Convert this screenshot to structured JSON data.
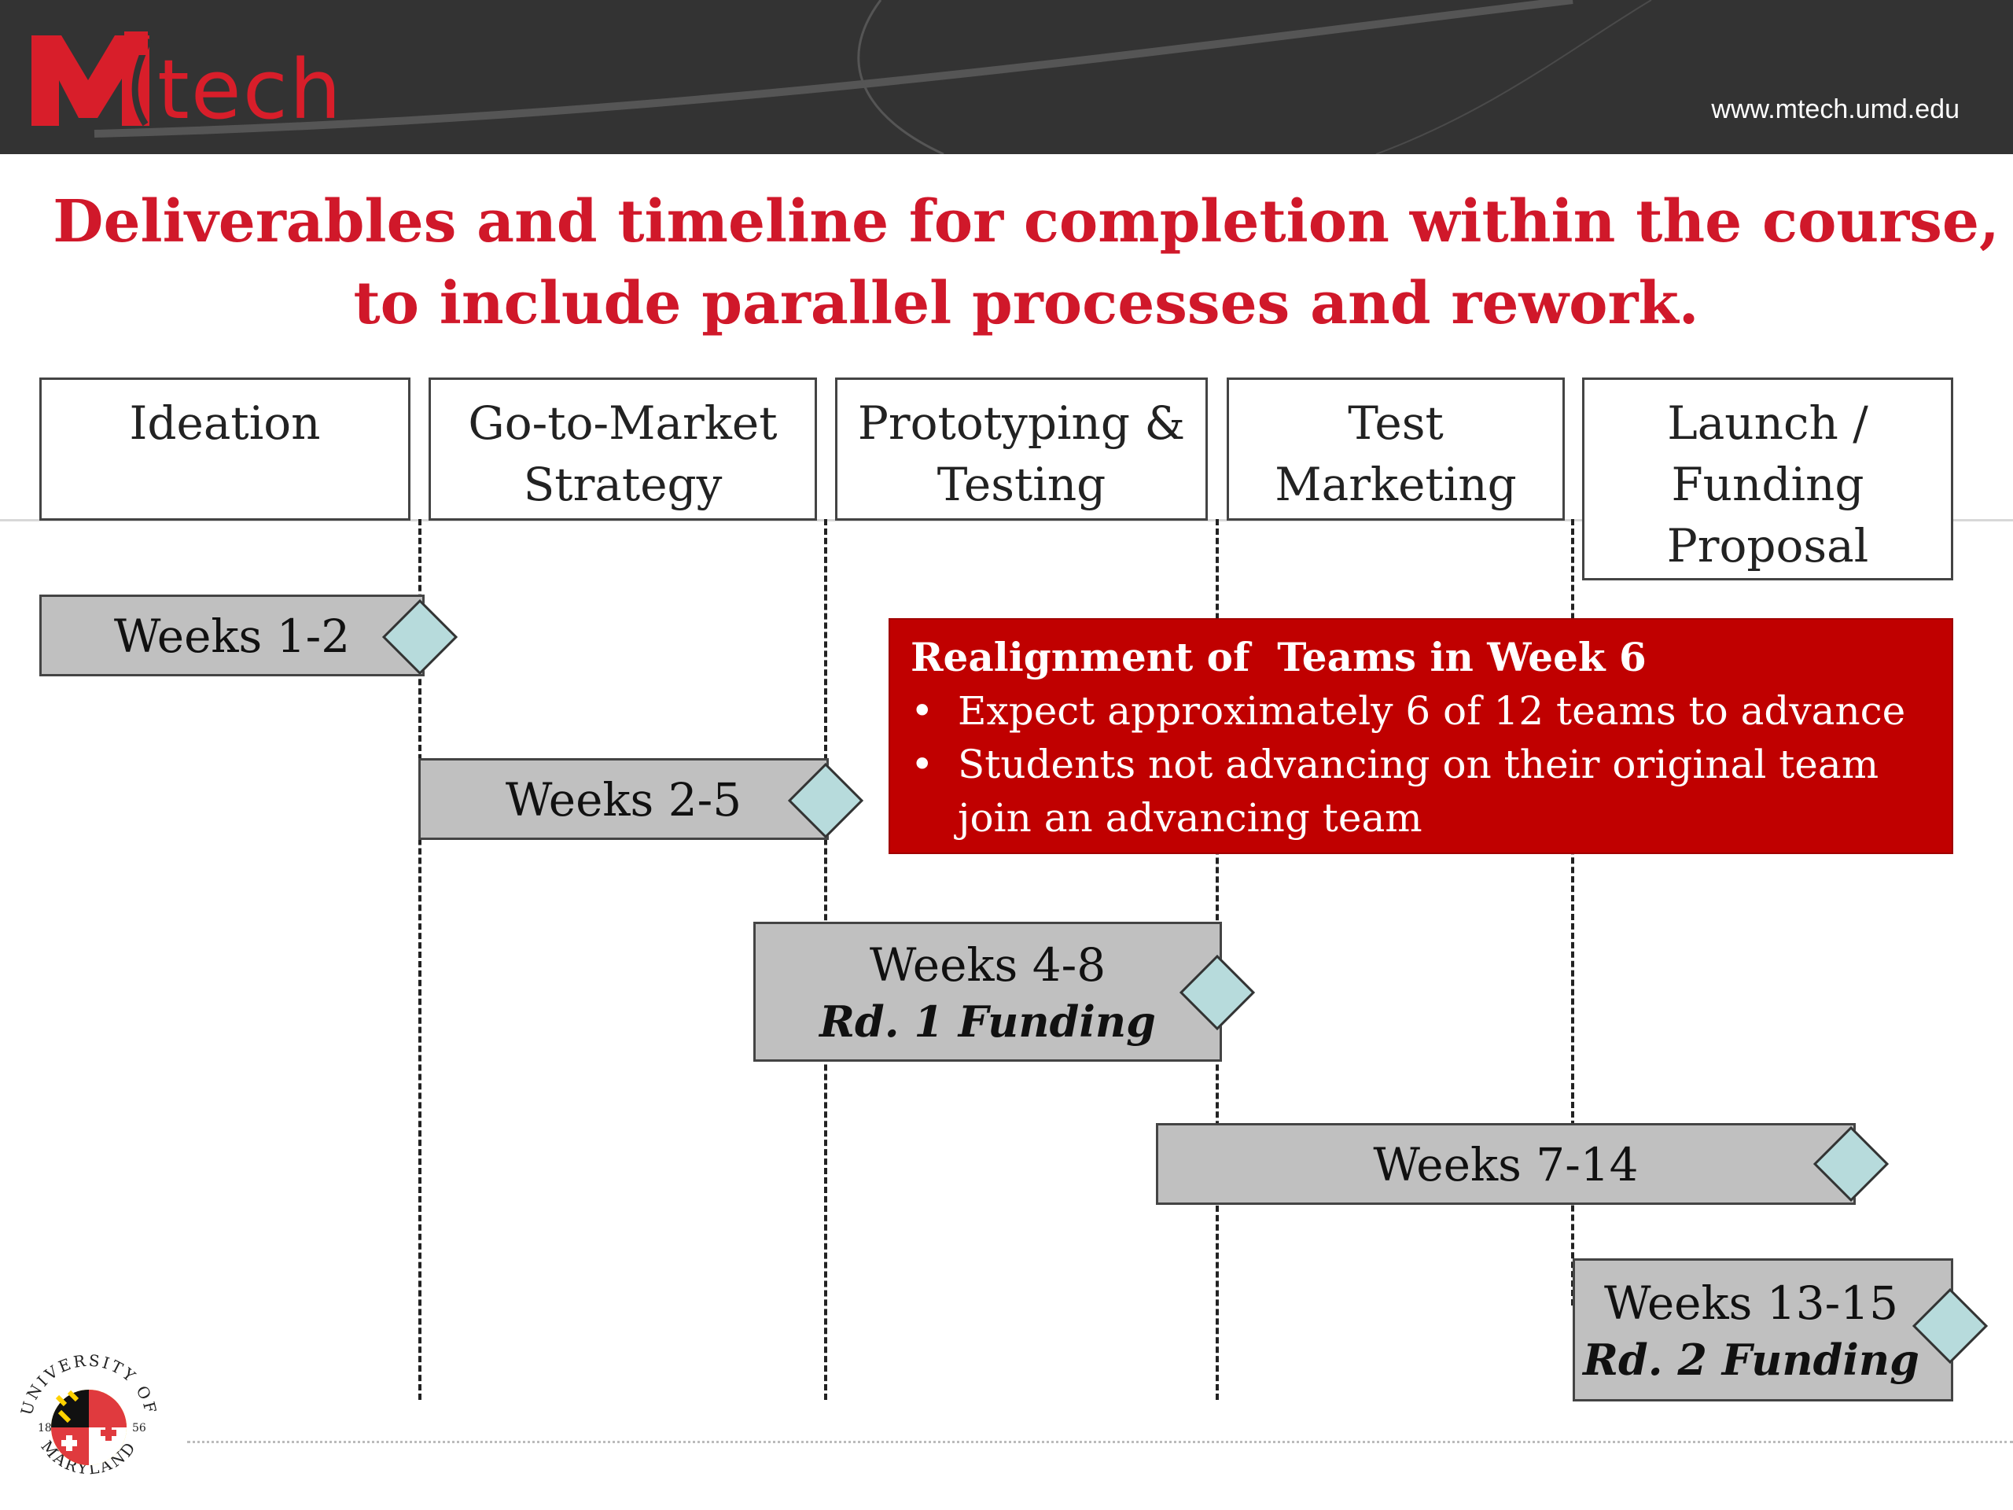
{
  "header": {
    "logo_text": "tech",
    "url": "www.mtech.umd.edu"
  },
  "title": {
    "line1": "Deliverables and timeline for completion within the course,",
    "line2": "to include parallel processes and rework."
  },
  "phases": [
    {
      "line1": "Ideation",
      "line2": "",
      "line3": ""
    },
    {
      "line1": "Go-to-Market",
      "line2": "Strategy",
      "line3": ""
    },
    {
      "line1": "Prototyping &",
      "line2": "Testing",
      "line3": ""
    },
    {
      "line1": "Test",
      "line2": "Marketing",
      "line3": ""
    },
    {
      "line1": "Launch /",
      "line2": "Funding",
      "line3": "Proposal"
    }
  ],
  "bars": [
    {
      "label": "Weeks 1-2",
      "sub": ""
    },
    {
      "label": "Weeks 2-5",
      "sub": ""
    },
    {
      "label": "Weeks 4-8",
      "sub": "Rd. 1 Funding"
    },
    {
      "label": "Weeks 7-14",
      "sub": ""
    },
    {
      "label": "Weeks 13-15",
      "sub": "Rd. 2 Funding"
    }
  ],
  "callout": {
    "title": "Realignment of  Teams in Week 6",
    "bullets": [
      {
        "l1": "Expect approximately 6 of 12 teams to advance",
        "l2": ""
      },
      {
        "l1": "Students not advancing on their original team",
        "l2": "join an advancing team"
      }
    ]
  },
  "seal": {
    "text_top": "UNIVERSITY OF",
    "text_bottom": "MARYLAND",
    "year_left": "18",
    "year_right": "56"
  },
  "colors": {
    "header_bg": "#333333",
    "brand_red": "#d81e2a",
    "title_red": "#d0182a",
    "callout_red": "#c00000",
    "bar_gray": "#c0c0c0",
    "diamond_teal": "#b7dbdc"
  }
}
